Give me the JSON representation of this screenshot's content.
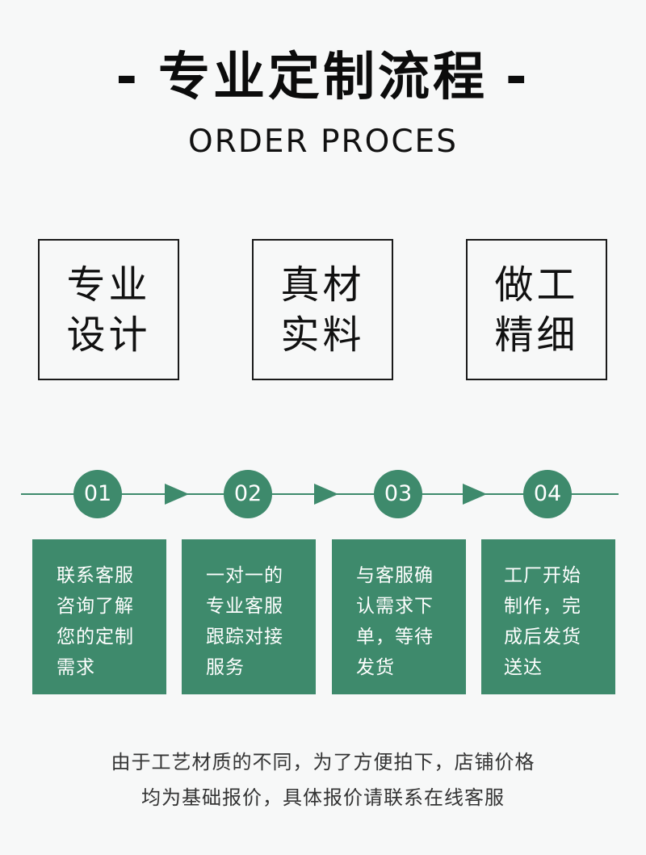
{
  "header": {
    "title": "专业定制流程",
    "title_dash_left": "-",
    "title_dash_right": "-",
    "subtitle": "ORDER PROCES"
  },
  "features": [
    {
      "line1": "专业",
      "line2": "设计"
    },
    {
      "line1": "真材",
      "line2": "实料"
    },
    {
      "line1": "做工",
      "line2": "精细"
    }
  ],
  "steps": [
    {
      "number": "01",
      "lines": [
        "联系客服",
        "咨询了解",
        "您的定制",
        "需求"
      ]
    },
    {
      "number": "02",
      "lines": [
        "一对一的",
        "专业客服",
        "跟踪对接",
        "服务"
      ]
    },
    {
      "number": "03",
      "lines": [
        "与客服确",
        "认需求下",
        "单，等待",
        "发货"
      ]
    },
    {
      "number": "04",
      "lines": [
        "工厂开始",
        "制作，完",
        "成后发货",
        "送达"
      ]
    }
  ],
  "footer": {
    "line1": "由于工艺材质的不同，为了方便拍下，店铺价格",
    "line2": "均为基础报价，具体报价请联系在线客服"
  },
  "colors": {
    "accent": "#3e8a6c",
    "background": "#f7f8f8",
    "text": "#111111"
  }
}
